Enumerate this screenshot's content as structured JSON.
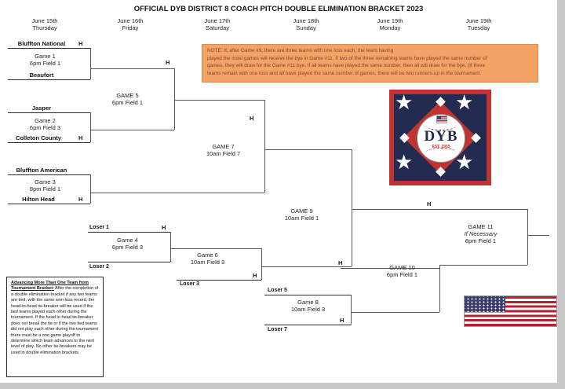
{
  "title": "OFFICIAL DYB DISTRICT 8 COACH PITCH DOUBLE ELIMINATION BRACKET 2023",
  "columns": [
    {
      "date": "June 15th",
      "day": "Thursday"
    },
    {
      "date": "June 16th",
      "day": "Friday"
    },
    {
      "date": "June 17th",
      "day": "Saturday"
    },
    {
      "date": "June 18th",
      "day": "Sunday"
    },
    {
      "date": "June 19th",
      "day": "Monday"
    },
    {
      "date": "June 19th",
      "day": "Tuesday"
    }
  ],
  "note": {
    "lines": [
      "NOTE:  If, after Game #9, there are three teams with one loss each, the team having",
      "played the most games will receive the bye in Game #11.  If two of the three remaining teams have played the same number of",
      "games, they will draw for the Game #11 bye.  If all teams have played the same number, then all will draw for the bye.  (If three",
      "teams remain with one loss and all have played the same number of games, there will be two runners-up in the tournament."
    ]
  },
  "teams": [
    "Bluffton National",
    "Beaufort",
    "Jasper",
    "Colleton County",
    "Bluffton American",
    "Hilton Head"
  ],
  "games": [
    {
      "label": "Game 1",
      "detail": "6pm Field 1"
    },
    {
      "label": "Game 2",
      "detail": "6pm Field 3"
    },
    {
      "label": "Game 3",
      "detail": "8pm Field 1"
    },
    {
      "label": "Game 4",
      "detail": "6pm Field 3"
    },
    {
      "label": "GAME 5",
      "detail": "6pm Field 1"
    },
    {
      "label": "Game 6",
      "detail": "10am Field 3"
    },
    {
      "label": "GAME 7",
      "detail": "10am Field 7"
    },
    {
      "label": "Game 8",
      "detail": "10am Field 3"
    },
    {
      "label": "GAME 9",
      "detail": "10am Field 1"
    },
    {
      "label": "GAME 10",
      "detail": "6pm Field 1"
    },
    {
      "label": "GAME 11",
      "qualifier": "If Necessary",
      "detail": "8pm Field 1"
    }
  ],
  "losers": [
    "Loser 1",
    "Loser 2",
    "Loser 3",
    "Loser 5",
    "Loser 7"
  ],
  "home_marker": "H",
  "logo": {
    "initials": "DYB",
    "established": "EST. 1955"
  },
  "icons": {
    "star": "★"
  },
  "rules": {
    "heading": "Advancing More Than One Team from Tournament Bracket:",
    "body": " After the completion of a double elimination bracket if any two teams are tied, with the same won-loss record, the head-to-head tie-breaker will be used if the tied teams played each other during the tournament. If the head to head tie-breaker does not break the tie or if the two tied teams did not play each other during the tournament there must be a one game playoff to determine which team advances to the next level of play. No other tie-breakers may be used in double elimination brackets."
  },
  "colors": {
    "note_bg": "#F2A365",
    "logo_red": "#BF3430",
    "logo_navy": "#232B50",
    "flag_red": "#B22234",
    "flag_navy": "#3C3B6E"
  }
}
